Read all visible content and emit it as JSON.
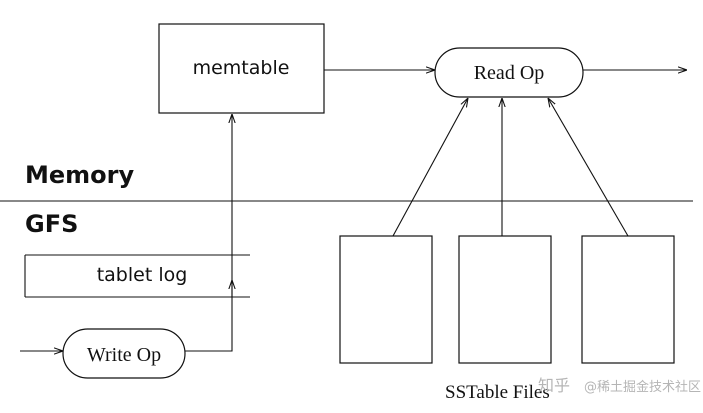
{
  "diagram": {
    "nodes": {
      "memtable": "memtable",
      "read_op": "Read Op",
      "tablet_log": "tablet log",
      "write_op": "Write Op"
    },
    "regions": {
      "memory": "Memory",
      "gfs": "GFS"
    },
    "sstable_files_label": "SSTable Files"
  },
  "watermark": {
    "zhihu": "知乎",
    "handle": "@稀土掘金技术社区"
  }
}
